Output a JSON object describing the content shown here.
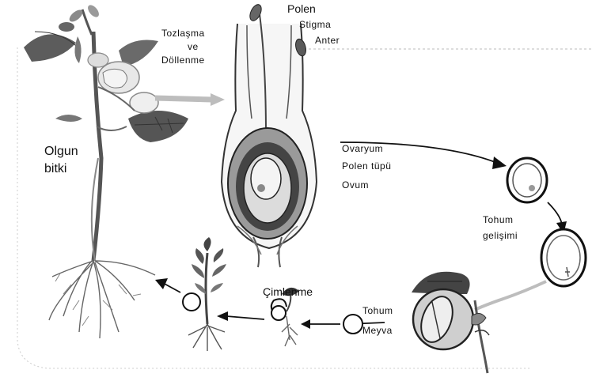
{
  "labels": {
    "polen": "Polen",
    "stigma": "Stigma",
    "anter": "Anter",
    "tozlasma": "Tozlaşma",
    "ve": "ve",
    "dollenme": "Döllenme",
    "olgun": "Olgun",
    "bitki": "bitki",
    "ovaryum": "Ovaryum",
    "polen_tupu": "Polen tüpü",
    "ovum": "Ovum",
    "tohum_top": "Tohum",
    "gelisimi": "gelişimi",
    "cimlenme": "Çimlenme",
    "tohum_bottom": "Tohum",
    "meyva": "Meyva"
  }
}
